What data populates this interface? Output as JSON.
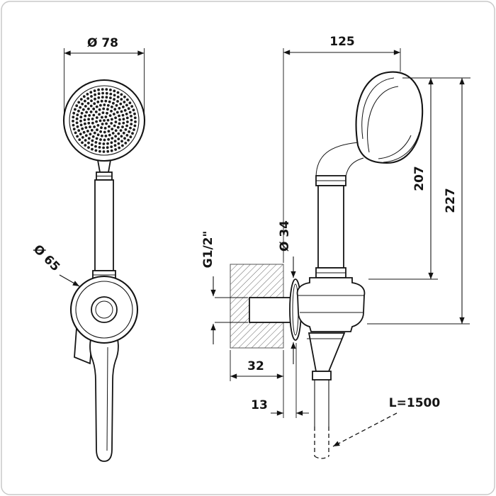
{
  "front_view": {
    "head_diameter": "Ø 78",
    "holder_diameter": "Ø 65"
  },
  "side_view": {
    "wall_to_head": "125",
    "head_to_holder_height": "207",
    "total_height": "227",
    "thread": "G1/2\"",
    "rosette_diameter": "Ø 34",
    "recess_width": "32",
    "wall_offset": "13",
    "hose_length": "L=1500"
  }
}
